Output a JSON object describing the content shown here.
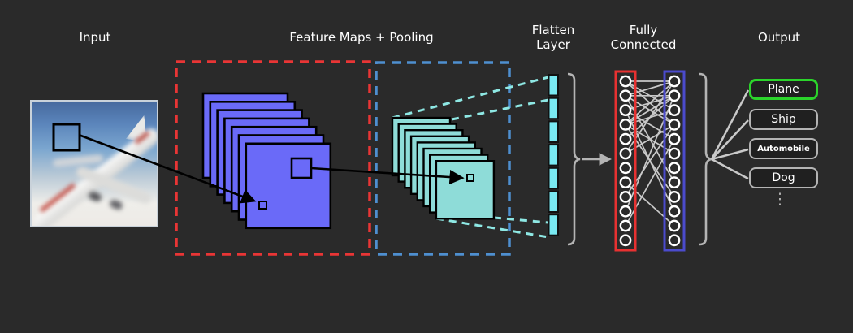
{
  "diagram": {
    "labels": {
      "input": "Input",
      "feature_maps": "Feature Maps + Pooling",
      "flatten_line1": "Flatten",
      "flatten_line2": "Layer",
      "fc_line1": "Fully",
      "fc_line2": "Connected",
      "output": "Output"
    },
    "feature_maps": {
      "count": 7,
      "fill": "#6a6af8",
      "region_border": "#e93535"
    },
    "pooling_maps": {
      "count": 8,
      "fill": "#8edcd8",
      "region_border": "#4e8fd0"
    },
    "flatten": {
      "bar_count": 7,
      "bar_fill": "#79e9f2",
      "projection_line": "#8ee8e4"
    },
    "fully_connected": {
      "left_nodes": 12,
      "right_nodes": 12,
      "left_box_color": "#e83131",
      "right_box_color": "#4b4bcc",
      "connections": [
        [
          0,
          0
        ],
        [
          0,
          2
        ],
        [
          0,
          3
        ],
        [
          1,
          0
        ],
        [
          1,
          1
        ],
        [
          1,
          3
        ],
        [
          2,
          1
        ],
        [
          2,
          4
        ],
        [
          3,
          0
        ],
        [
          3,
          1
        ],
        [
          3,
          2
        ],
        [
          3,
          5
        ],
        [
          4,
          1
        ],
        [
          5,
          3
        ],
        [
          1,
          7
        ],
        [
          3,
          8
        ],
        [
          5,
          0
        ],
        [
          8,
          3
        ],
        [
          9,
          1
        ],
        [
          7,
          10
        ],
        [
          2,
          9
        ],
        [
          10,
          4
        ]
      ]
    },
    "output": {
      "items": [
        {
          "label": "Plane",
          "selected": true
        },
        {
          "label": "Ship",
          "selected": false
        },
        {
          "label": "Automobile",
          "selected": false
        },
        {
          "label": "Dog",
          "selected": false
        }
      ],
      "more_indicator": "⋮",
      "selected_color": "#2bd42b",
      "button_border": "#b4b4b4"
    },
    "colors": {
      "background": "#2a2a2a",
      "wire": "#c9c9c9",
      "bracket": "#b4b4b4",
      "node_ring": "#ffffff",
      "ink": "#000000",
      "text": "#ffffff"
    }
  }
}
